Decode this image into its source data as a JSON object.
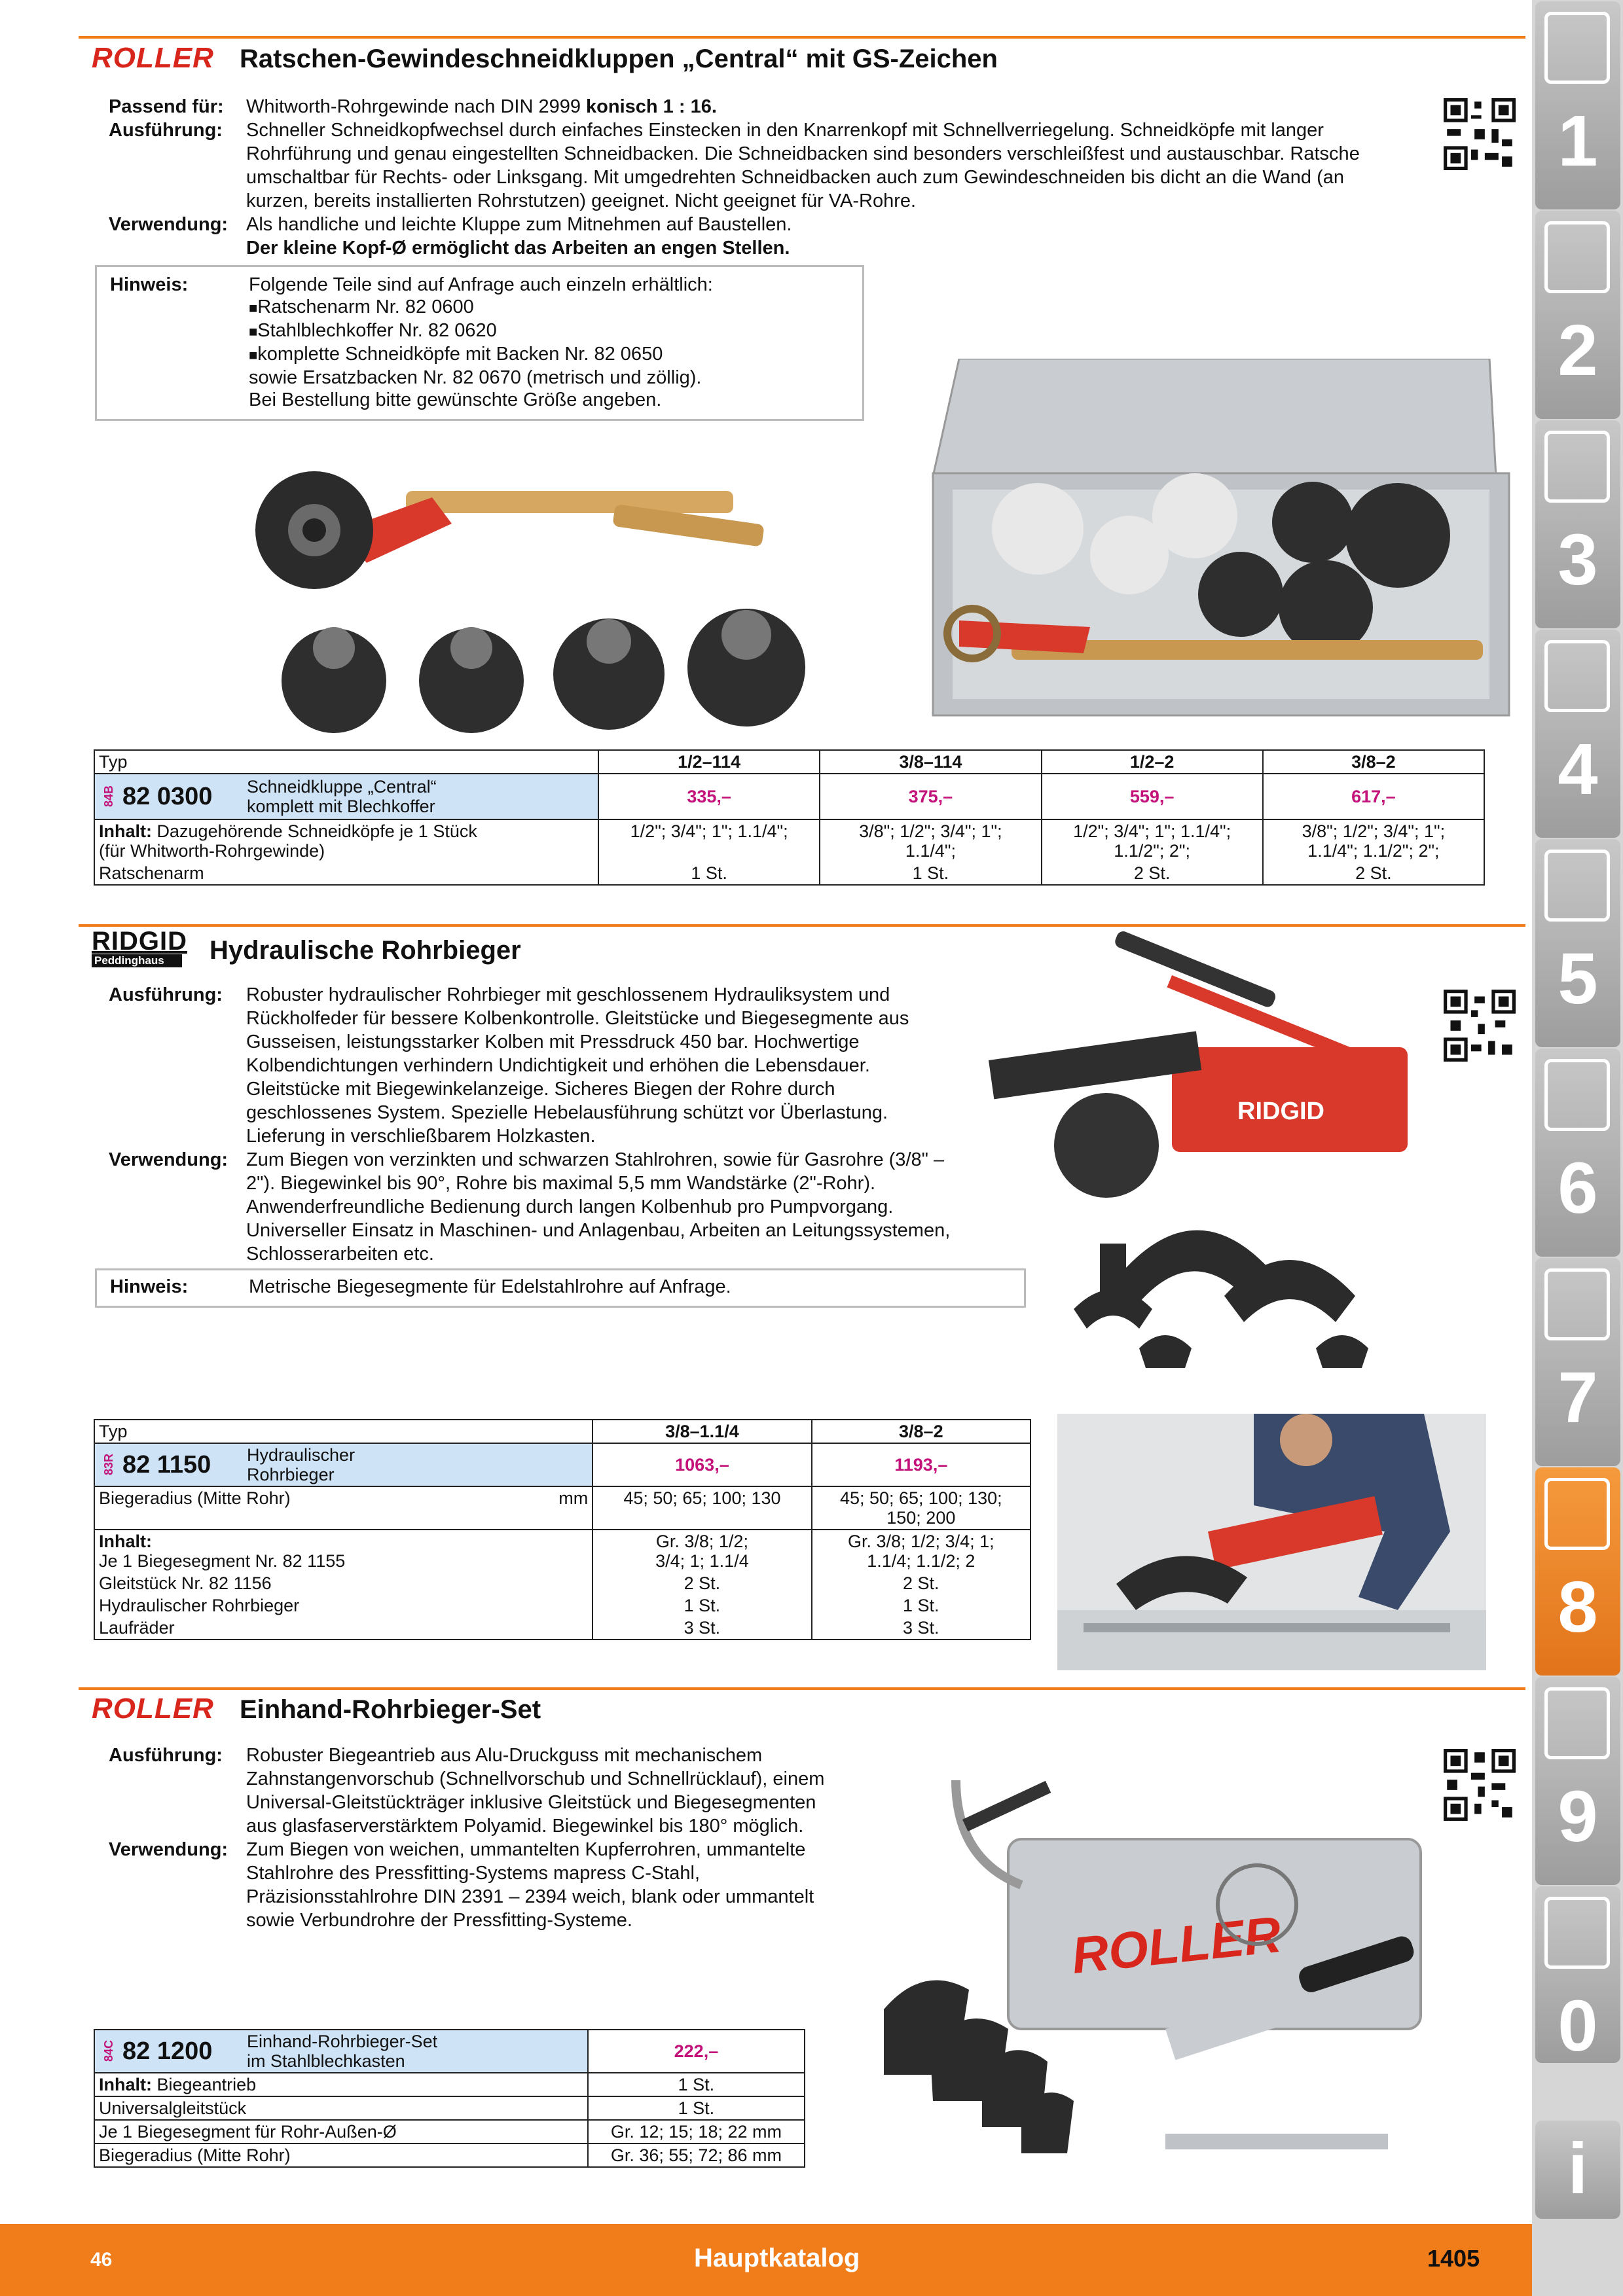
{
  "sections": [
    {
      "brand": "ROLLER",
      "title": "Ratschen-Gewindeschneidkluppen „Central“ mit GS-Zeichen",
      "desc": [
        {
          "label": "Passend für:",
          "text": "Whitworth-Rohrgewinde nach DIN 2999 ",
          "bold": "konisch 1 : 16."
        },
        {
          "label": "Ausführung:",
          "text": "Schneller Schneidkopfwechsel durch einfaches Einstecken in den Knarrenkopf mit Schnellverriegelung. Schneidköpfe mit langer Rohrführung und genau eingestellten Schneidbacken. Die Schneidbacken sind besonders verschleißfest und austauschbar. Ratsche umschaltbar für Rechts- oder Linksgang. Mit umgedrehten Schneidbacken auch zum Gewindeschneiden bis dicht an die Wand (an kurzen, bereits installierten Rohrstutzen) geeignet. Nicht geeignet für VA-Rohre."
        },
        {
          "label": "Verwendung:",
          "text": "Als handliche und leichte Kluppe zum Mitnehmen auf Baustellen.",
          "bold2": "Der kleine Kopf-Ø ermöglicht das Arbeiten an engen Stellen."
        }
      ],
      "hint": {
        "label": "Hinweis:",
        "lines": [
          "Folgende Teile sind auf Anfrage auch einzeln erhältlich:"
        ],
        "bullets": [
          "Ratschenarm Nr. 82 0600",
          "Stahlblechkoffer Nr. 82 0620",
          "komplette Schneidköpfe mit Backen Nr. 82 0650"
        ],
        "tail": [
          "sowie Ersatzbacken Nr. 82 0670 (metrisch und zöllig).",
          "Bei Bestellung bitte gewünschte Größe angeben."
        ]
      },
      "table": {
        "typ": "Typ",
        "cols": [
          "1/2–114",
          "3/8–114",
          "1/2–2",
          "3/8–2"
        ],
        "art_tag": "84B",
        "art_no": "82 0300",
        "art_desc": [
          "Schneidkluppe „Central“",
          "komplett mit Blechkoffer"
        ],
        "prices": [
          "335,–",
          "375,–",
          "559,–",
          "617,–"
        ],
        "inhalt_label": "Inhalt:",
        "inhalt_text": "Dazugehörende Schneidköpfe je 1 Stück",
        "inhalt_text2": "(für Whitworth-Rohrgewinde)",
        "heads": [
          [
            "1/2\"; 3/4\"; 1\"; 1.1/4\";",
            ""
          ],
          [
            "3/8\"; 1/2\"; 3/4\"; 1\";",
            "1.1/4\";"
          ],
          [
            "1/2\"; 3/4\"; 1\"; 1.1/4\";",
            "1.1/2\"; 2\";"
          ],
          [
            "3/8\"; 1/2\"; 3/4\"; 1\";",
            "1.1/4\"; 1.1/2\"; 2\";"
          ]
        ],
        "arm_label": "Ratschenarm",
        "arm": [
          "1 St.",
          "1 St.",
          "2 St.",
          "2 St."
        ]
      }
    },
    {
      "brand": "RIDGID",
      "brand_sub": "Peddinghaus",
      "title": "Hydraulische Rohrbieger",
      "desc": [
        {
          "label": "Ausführung:",
          "text": "Robuster hydraulischer Rohrbieger mit geschlossenem Hydrauliksystem und Rückholfeder für bessere Kolbenkontrolle. Gleitstücke und Biegesegmente aus Gusseisen, leistungsstarker Kolben mit Pressdruck 450 bar. Hochwertige Kolbendichtungen verhindern Undichtigkeit und erhöhen die Lebensdauer. Gleitstücke mit Biegewinkelanzeige. Sicheres Biegen der Rohre durch geschlossenes System. Spezielle Hebelausführung schützt vor Überlastung. Lieferung in verschließbarem Holzkasten."
        },
        {
          "label": "Verwendung:",
          "text": "Zum Biegen von verzinkten und schwarzen Stahlrohren, sowie für Gasrohre (3/8\" – 2\"). Biegewinkel bis 90°, Rohre bis maximal 5,5 mm Wandstärke (2\"-Rohr). Anwenderfreundliche Bedienung durch langen Kolbenhub pro Pumpvorgang. Universeller Einsatz in Maschinen- und Anlagenbau, Arbeiten an Leitungssystemen, Schlosserarbeiten etc."
        }
      ],
      "hint": {
        "label": "Hinweis:",
        "text": "Metrische Biegesegmente für Edelstahlrohre auf Anfrage."
      },
      "table": {
        "typ": "Typ",
        "cols": [
          "3/8–1.1/4",
          "3/8–2"
        ],
        "art_tag": "83R",
        "art_no": "82 1150",
        "art_desc": [
          "Hydraulischer",
          "Rohrbieger"
        ],
        "prices": [
          "1063,–",
          "1193,–"
        ],
        "radius_label": "Biegeradius (Mitte Rohr)",
        "radius_unit": "mm",
        "radius": [
          [
            "45; 50; 65; 100; 130",
            ""
          ],
          [
            "45; 50; 65; 100; 130;",
            "150; 200"
          ]
        ],
        "inhalt_label": "Inhalt:",
        "rows": [
          {
            "label": "Je 1 Biegesegment Nr. 82 1155",
            "v1a": "Gr. 3/8; 1/2;",
            "v1b": "3/4; 1; 1.1/4",
            "v2a": "Gr. 3/8; 1/2; 3/4; 1;",
            "v2b": "1.1/4; 1.1/2; 2"
          },
          {
            "label": "Gleitstück Nr. 82 1156",
            "v1": "2 St.",
            "v2": "2 St."
          },
          {
            "label": "Hydraulischer Rohrbieger",
            "v1": "1 St.",
            "v2": "1 St."
          },
          {
            "label": "Laufräder",
            "v1": "3 St.",
            "v2": "3 St."
          }
        ]
      }
    },
    {
      "brand": "ROLLER",
      "title": "Einhand-Rohrbieger-Set",
      "desc": [
        {
          "label": "Ausführung:",
          "text": "Robuster Biegeantrieb aus Alu-Druckguss mit mechanischem Zahnstangenvorschub (Schnellvorschub und Schnellrücklauf), einem Universal-Gleitstückträger inklusive Gleitstück und Biegesegmenten aus glasfaserverstärktem Polyamid. Biegewinkel bis 180° möglich."
        },
        {
          "label": "Verwendung:",
          "text": "Zum Biegen von weichen, ummantelten Kupferrohren, ummantelte Stahlrohre des Pressfitting-Systems mapress C-Stahl, Präzisionsstahlrohre DIN 2391 – 2394 weich, blank oder ummantelt sowie Verbundrohre der Pressfitting-Systeme."
        }
      ],
      "table": {
        "art_tag": "84C",
        "art_no": "82 1200",
        "art_desc": [
          "Einhand-Rohrbieger-Set",
          "im Stahlblechkasten"
        ],
        "price": "222,–",
        "rows": [
          {
            "label_b": "Inhalt:",
            "label": " Biegeantrieb",
            "v": "1 St."
          },
          {
            "label": "Universalgleitstück",
            "v": "1 St."
          },
          {
            "label": "Je 1 Biegesegment für Rohr-Außen-Ø",
            "v": "Gr. 12; 15; 18; 22 mm"
          },
          {
            "label": "Biegeradius (Mitte Rohr)",
            "v": "Gr. 36; 55; 72; 86 mm"
          }
        ]
      }
    }
  ],
  "sidebar": [
    "1",
    "2",
    "3",
    "4",
    "5",
    "6",
    "7",
    "8",
    "9",
    "0",
    "i"
  ],
  "sidebar_active": "8",
  "footer": {
    "page": "46",
    "center": "Hauptkatalog",
    "right": "1405"
  },
  "colors": {
    "accent": "#f07c1a",
    "price": "#c4127b",
    "roller": "#d8261c",
    "table_header": "#cfe3f6"
  }
}
